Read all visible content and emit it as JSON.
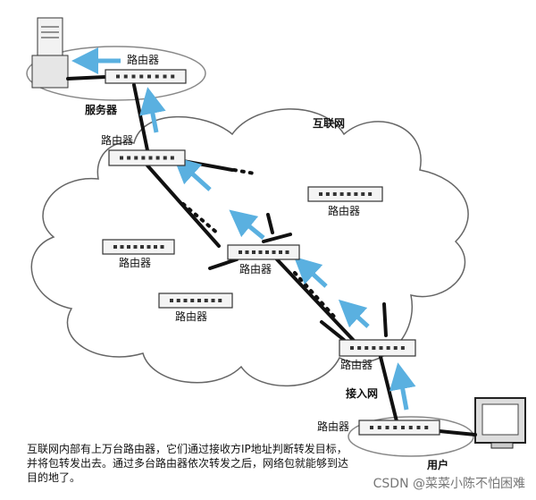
{
  "labels": {
    "router_server": "路由器",
    "server": "服务器",
    "internet": "互联网",
    "router_top": "路由器",
    "router_right": "路由器",
    "router_left": "路由器",
    "router_center": "路由器",
    "router_lower_left": "路由器",
    "router_access": "路由器",
    "access_network": "接入网",
    "router_user": "路由器",
    "user": "用户"
  },
  "caption": "互联网内部有上万台路由器，它们通过接收方IP地址判断转发目标，并将包转发出去。通过多台路由器依次转发之后，网络包就能够到达目的地了。",
  "watermark": "CSDN @菜菜小陈不怕困难",
  "colors": {
    "arrow": "#5ab0e0",
    "cable": "#111111",
    "outline": "#555555"
  }
}
